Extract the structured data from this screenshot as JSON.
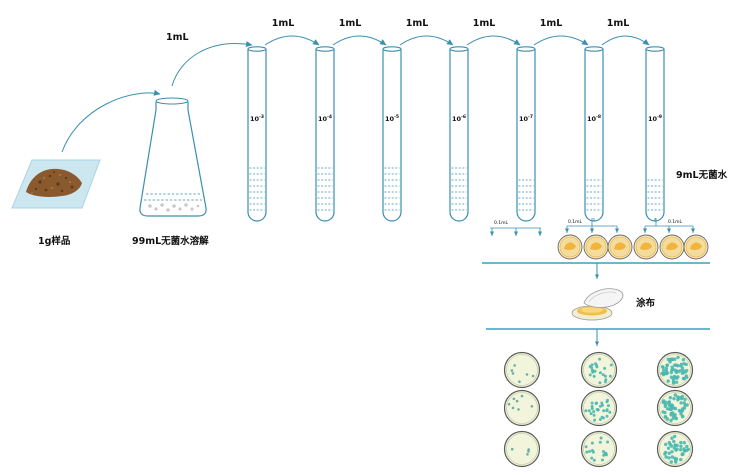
{
  "sample_label": "1g样品",
  "flask_label": "99mL无菌水溶解",
  "transfer_labels": [
    "1mL",
    "1mL",
    "1mL",
    "1mL",
    "1mL",
    "1mL",
    "1mL"
  ],
  "tubes": [
    {
      "base": "10",
      "exp": "-3"
    },
    {
      "base": "10",
      "exp": "-4"
    },
    {
      "base": "10",
      "exp": "-5"
    },
    {
      "base": "10",
      "exp": "-6"
    },
    {
      "base": "10",
      "exp": "-7"
    },
    {
      "base": "10",
      "exp": "-8"
    },
    {
      "base": "10",
      "exp": "-9"
    }
  ],
  "water_label": "9mL无菌水",
  "pipette_labels": [
    "0.1mL",
    "0.1mL",
    "0.1mL"
  ],
  "spread_label": "涂布",
  "colors": {
    "tube_stroke": "#3b8fb0",
    "arrow": "#3b8fb0",
    "divider": "#3a9fc0",
    "plate_fill": "#f4eccf",
    "plate_rim": "#e8ad3a",
    "colony_yellow": "#f2b43a",
    "colony_teal": "#4ab8b0",
    "soil": "#8a5a2e",
    "mat": "#cde7f0"
  }
}
